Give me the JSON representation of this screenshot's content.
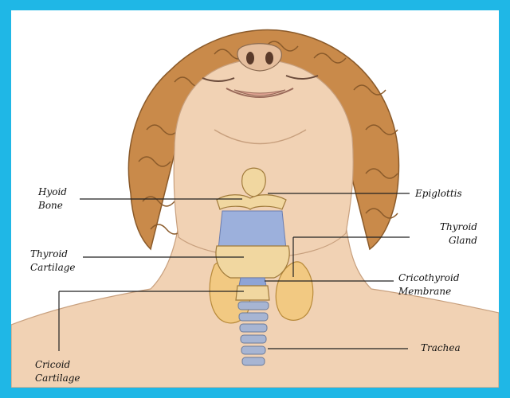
{
  "colors": {
    "frame": "#1fb7e6",
    "background": "#ffffff",
    "skin": "#f1d2b4",
    "hair": "#c98a4a",
    "cartilage": "#f1d7a0",
    "membrane": "#9cb0dc",
    "leader_lines": "#222222"
  },
  "labels": {
    "hyoid_bone": [
      "Hyoid",
      "Bone"
    ],
    "thyroid_cartilage": [
      "Thyroid",
      "Cartilage"
    ],
    "cricoid_cartilage": [
      "Cricoid",
      "Cartilage"
    ],
    "epiglottis": [
      "Epiglottis"
    ],
    "thyroid_gland": [
      "Thyroid",
      "Gland"
    ],
    "cricothyroid_membrane": [
      "Cricothyroid",
      "Membrane"
    ],
    "trachea": [
      "Trachea"
    ]
  }
}
